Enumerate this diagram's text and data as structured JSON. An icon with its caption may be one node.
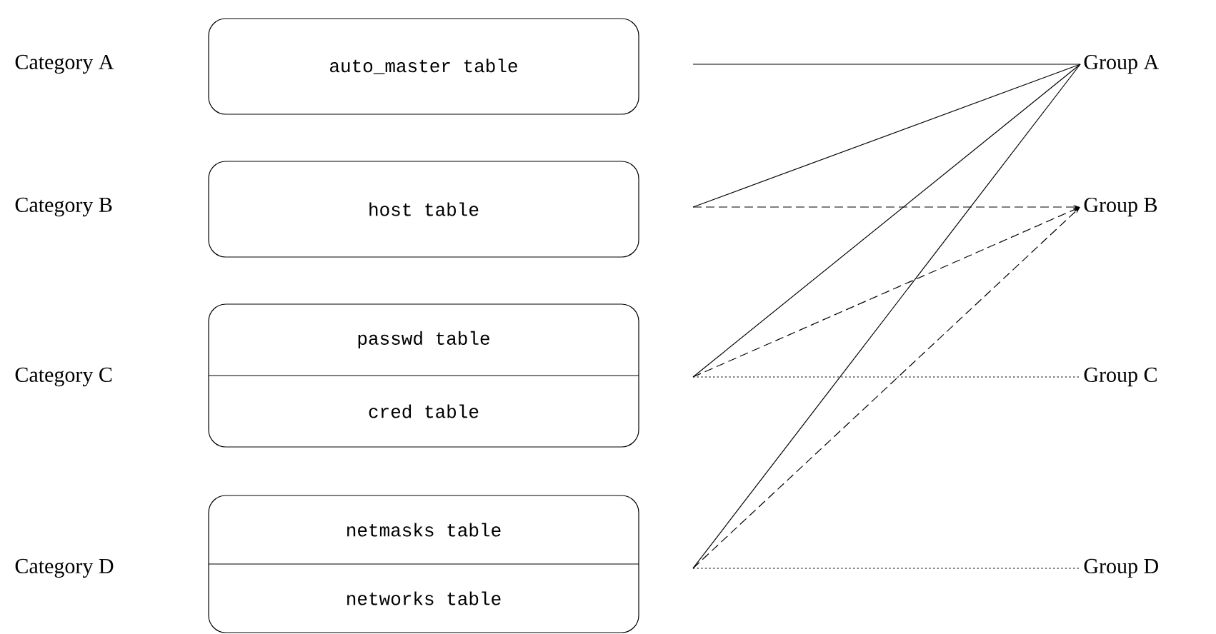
{
  "diagram": {
    "nodes": [
      {
        "text": [
          "auto_master table"
        ]
      },
      {
        "text": [
          "Group A"
        ]
      },
      {
        "text": [
          "host table"
        ]
      },
      {
        "text": [
          "Group B"
        ]
      },
      {
        "text": [
          "passwd table",
          "cred table"
        ]
      },
      {
        "text": [
          "Group C"
        ]
      },
      {
        "text": [
          "netmasks table",
          "networks table"
        ]
      },
      {
        "text": [
          "Group D"
        ]
      }
    ],
    "edges": [
      {
        "from": null,
        "to": 1,
        "arrow": "none"
      },
      {
        "from": null,
        "to": 1,
        "arrow": "none"
      },
      {
        "from": null,
        "to": 3,
        "arrow": "to",
        "style": "dashed"
      },
      {
        "from": null,
        "to": 1,
        "arrow": "none"
      },
      {
        "from": null,
        "to": 3,
        "arrow": "to",
        "style": "dashed"
      },
      {
        "from": null,
        "to": 5,
        "arrow": "none",
        "style": "dashed"
      },
      {
        "from": null,
        "to": 1,
        "arrow": "none"
      },
      {
        "from": null,
        "to": 3,
        "arrow": "to",
        "style": "dashed"
      },
      {
        "from": null,
        "to": 7,
        "arrow": "none",
        "style": "dashed"
      }
    ],
    "labels": [
      "Category A",
      "Category B",
      "Category C",
      "Category D"
    ]
  }
}
